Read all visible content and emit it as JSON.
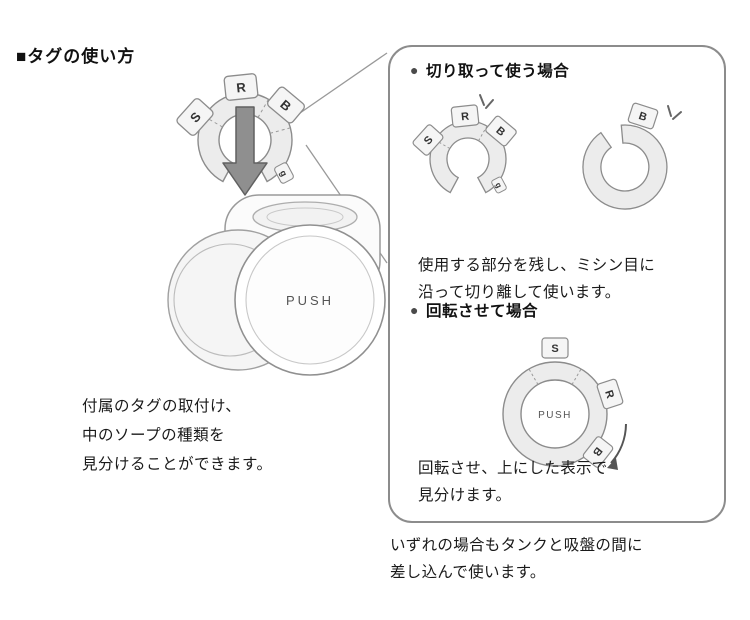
{
  "title": "■タグの使い方",
  "main_illustration": {
    "push_label": "PUSH",
    "tags": [
      "S",
      "R",
      "B"
    ],
    "g_mark": "g",
    "caption_lines": [
      "付属のタグの取付け、",
      "中のソープの種類を",
      "見分けることができます。"
    ]
  },
  "panel": {
    "cut_section": {
      "bullet": "●",
      "heading": "切り取って使う場合",
      "tags": [
        "S",
        "R",
        "B"
      ],
      "g_mark": "g",
      "single_tag": "B",
      "desc_lines": [
        "使用する部分を残し、ミシン目に",
        "沿って切り離して使います。"
      ]
    },
    "rotate_section": {
      "bullet": "●",
      "heading": "回転させて場合",
      "push_label": "PUSH",
      "tags": [
        "S",
        "R",
        "B"
      ],
      "desc_lines": [
        "回転させ、上にした表示で",
        "見分けます。"
      ]
    }
  },
  "footer_lines": [
    "いずれの場合もタンクと吸盤の間に",
    "差し込んで使います。"
  ]
}
